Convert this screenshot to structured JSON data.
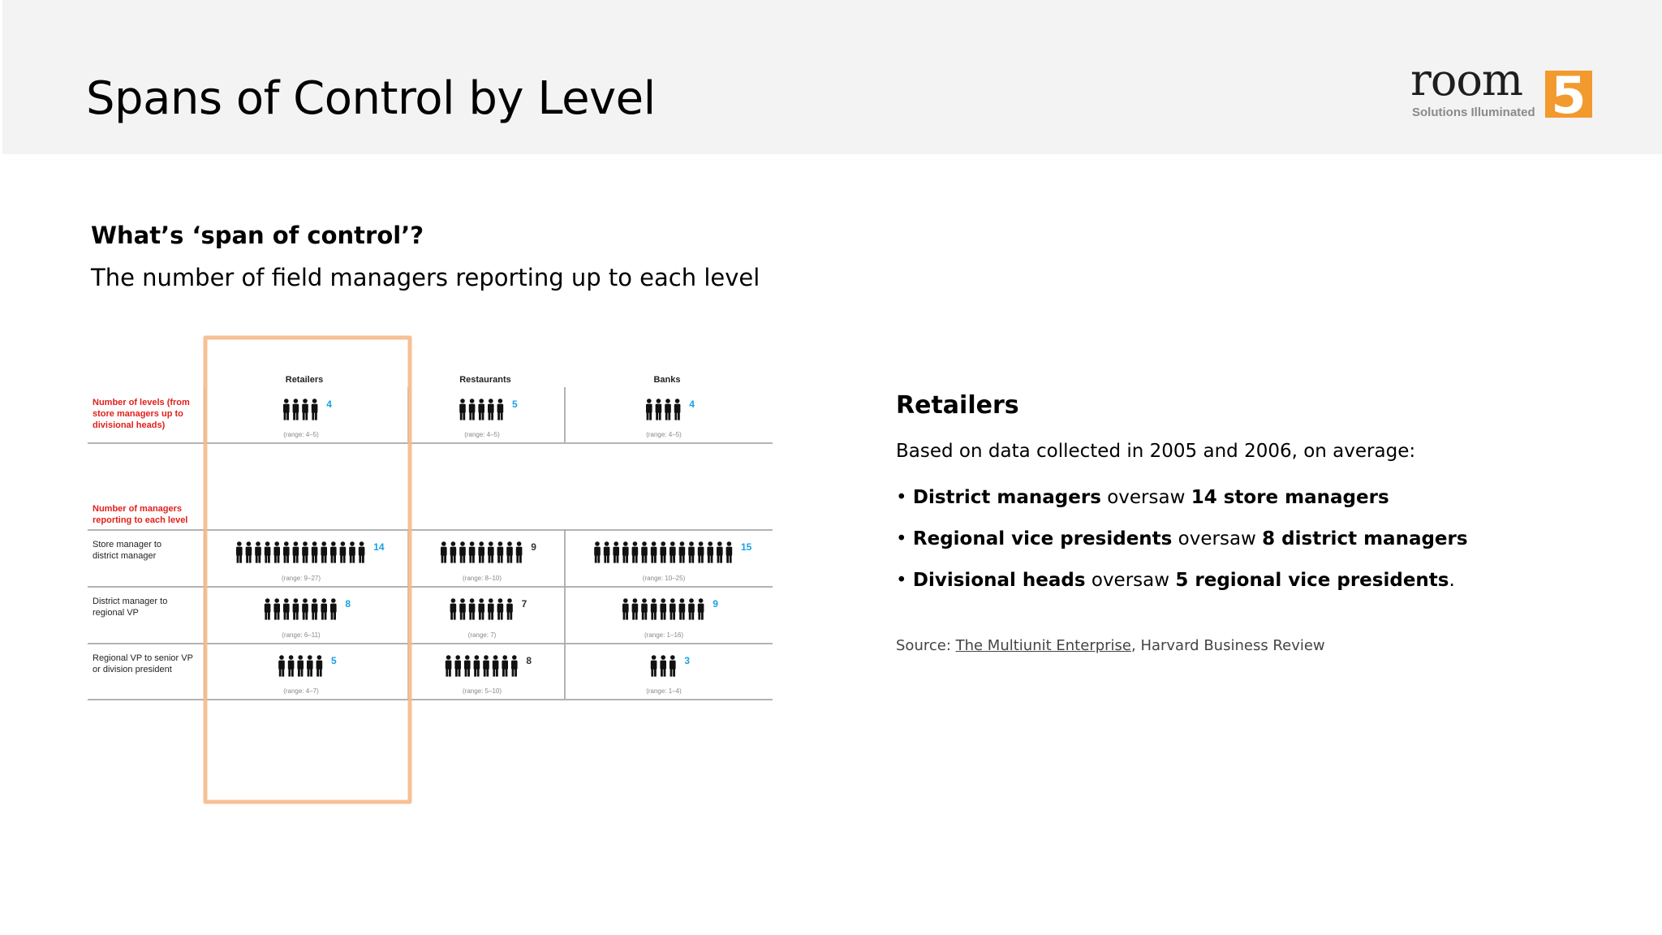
{
  "header": {
    "title": "Spans of Control by Level",
    "logo": {
      "word": "room",
      "numeral": "5",
      "tagline": "Solutions Illuminated",
      "accent_color": "#f29a2e"
    }
  },
  "intro": {
    "heading": "What’s ‘span of control’?",
    "subheading": "The number of field managers reporting up to each level"
  },
  "chart_data": {
    "type": "table",
    "columns": [
      "Retailers",
      "Restaurants",
      "Banks"
    ],
    "highlighted_column": "Retailers",
    "highlight_color": "#f6b98a",
    "label_color": "#e0201b",
    "value_color": "#1aa0e0",
    "icon": "person-icon",
    "sections": [
      {
        "label": "Number of levels (from store managers up to divisional heads)",
        "label_lines": [
          "Number of levels (from",
          "store managers up to",
          "divisional heads)"
        ],
        "rows": [
          {
            "label_lines": [],
            "cells": [
              {
                "value": 4,
                "range": "(range: 4–5)"
              },
              {
                "value": 5,
                "range": "(range: 4–5)"
              },
              {
                "value": 4,
                "range": "(range: 4–5)"
              }
            ]
          }
        ]
      },
      {
        "label": "Number of managers reporting to each level",
        "label_lines": [
          "Number of managers",
          "reporting to each level"
        ],
        "rows": [
          {
            "label_lines": [
              "Store manager to",
              "district manager"
            ],
            "cells": [
              {
                "value": 14,
                "range": "(range: 9–27)"
              },
              {
                "value": 9,
                "range": "(range: 8–10)"
              },
              {
                "value": 15,
                "range": "(range: 10–25)"
              }
            ]
          },
          {
            "label_lines": [
              "District manager to",
              "regional VP"
            ],
            "cells": [
              {
                "value": 8,
                "range": "(range: 6–11)"
              },
              {
                "value": 7,
                "range": "(range: 7)"
              },
              {
                "value": 9,
                "range": "(range: 1–16)"
              }
            ]
          },
          {
            "label_lines": [
              "Regional VP to senior VP",
              "or division president"
            ],
            "cells": [
              {
                "value": 5,
                "range": "(range: 4–7)"
              },
              {
                "value": 8,
                "range": "(range: 5–10)"
              },
              {
                "value": 3,
                "range": "(range: 1–4)"
              }
            ]
          }
        ]
      }
    ]
  },
  "panel": {
    "heading": "Retailers",
    "intro": "Based on data collected in 2005 and 2006, on average:",
    "bullets": [
      {
        "prefix": "• ",
        "role": "District managers",
        "verb": " oversaw ",
        "object": "14 store managers",
        "suffix": ""
      },
      {
        "prefix": "• ",
        "role": "Regional vice presidents",
        "verb": " oversaw ",
        "object": "8 district managers",
        "suffix": ""
      },
      {
        "prefix": "• ",
        "role": "Divisional heads",
        "verb": " oversaw ",
        "object": "5 regional vice presidents",
        "suffix": "."
      }
    ],
    "source": {
      "label": "Source: ",
      "link_text": "The Multiunit Enterprise",
      "rest": ", Harvard Business Review"
    }
  }
}
